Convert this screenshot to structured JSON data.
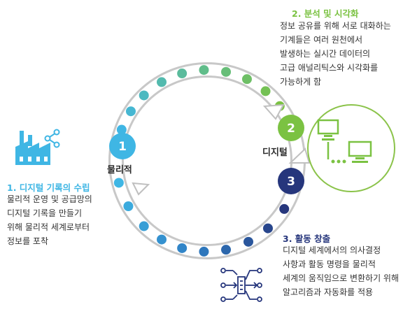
{
  "colors": {
    "cyan": "#3fb6e4",
    "green": "#7bc242",
    "navy": "#26367c",
    "mid_blue": "#2f7fc4",
    "ring_gray": "#c8c8c8",
    "text": "#333333"
  },
  "icons": {
    "factory": "factory-icon",
    "share": "share-icon",
    "computers": "computer-network-icon",
    "algorithm": "algorithm-flow-icon"
  },
  "nodes": {
    "n1": {
      "number": "1",
      "label": "물리적"
    },
    "n2": {
      "number": "2",
      "label": "디지털"
    },
    "n3": {
      "number": "3"
    }
  },
  "sections": {
    "s1": {
      "title": "1. 디지털 기록의 수립",
      "lines": [
        "물리적 운영 및 공급망의",
        "디지털 기록을 만들기",
        "위해 물리적 세계로부터",
        "정보를 포착"
      ]
    },
    "s2": {
      "title": "2. 분석 및 시각화",
      "lines": [
        "정보 공유를 위해 서로 대화하는",
        "기계들은 여러 원천에서",
        "발생하는 실시간 데이터의",
        "고급 애널리틱스와 시각화를",
        "가능하게 함"
      ]
    },
    "s3": {
      "title": "3. 활동 창출",
      "lines": [
        "디지털 세계에서의 의사결정",
        "사항과 활동 명령을 물리적",
        "세계의 움직임으로 변환하기 위해",
        "알고리즘과 자동화를 적용"
      ]
    }
  }
}
